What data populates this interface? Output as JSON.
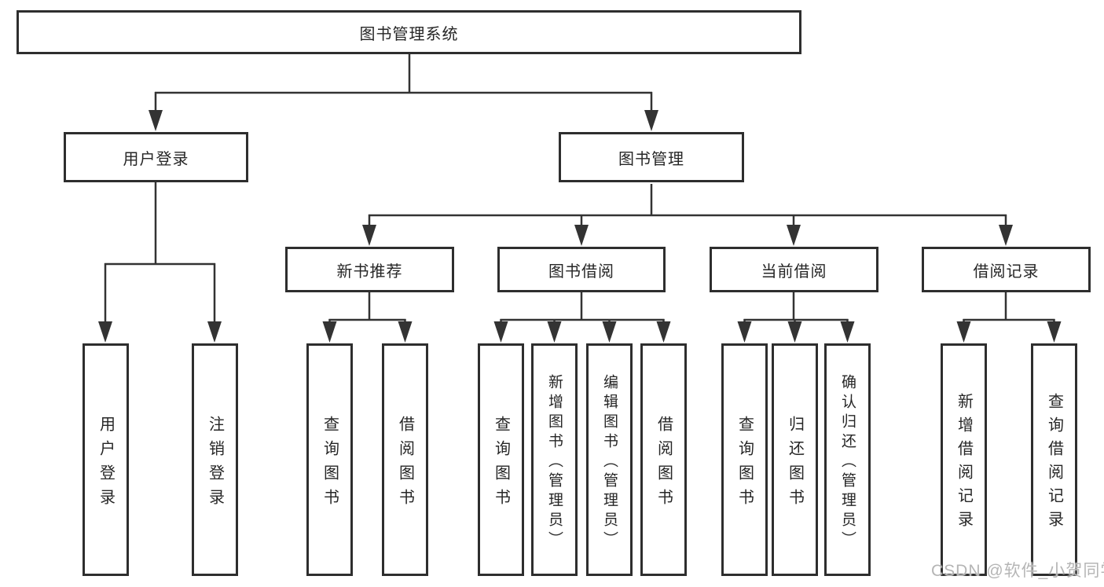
{
  "diagram": {
    "title_hint": "library-management-system-function-structure",
    "root": {
      "label": "图书管理系统"
    },
    "branches": [
      {
        "label": "用户登录",
        "children": [
          {
            "label": "用户登录"
          },
          {
            "label": "注销登录"
          }
        ]
      },
      {
        "label": "图书管理",
        "children": [
          {
            "label": "新书推荐",
            "children": [
              {
                "label": "查询图书"
              },
              {
                "label": "借阅图书"
              }
            ]
          },
          {
            "label": "图书借阅",
            "children": [
              {
                "label": "查询图书"
              },
              {
                "label": "新增图书（管理员）"
              },
              {
                "label": "编辑图书（管理员）"
              },
              {
                "label": "借阅图书"
              }
            ]
          },
          {
            "label": "当前借阅",
            "children": [
              {
                "label": "查询图书"
              },
              {
                "label": "归还图书"
              },
              {
                "label": "确认归还（管理员）"
              }
            ]
          },
          {
            "label": "借阅记录",
            "children": [
              {
                "label": "新增借阅记录"
              },
              {
                "label": "查询借阅记录"
              }
            ]
          }
        ]
      }
    ]
  },
  "watermark": {
    "text": "CSDN @软件_小贺同学"
  },
  "colors": {
    "background": "#ffffff",
    "box_border": "#2e2e2e",
    "line": "#333333",
    "text": "#262626",
    "watermark": "#b5b5b5"
  }
}
